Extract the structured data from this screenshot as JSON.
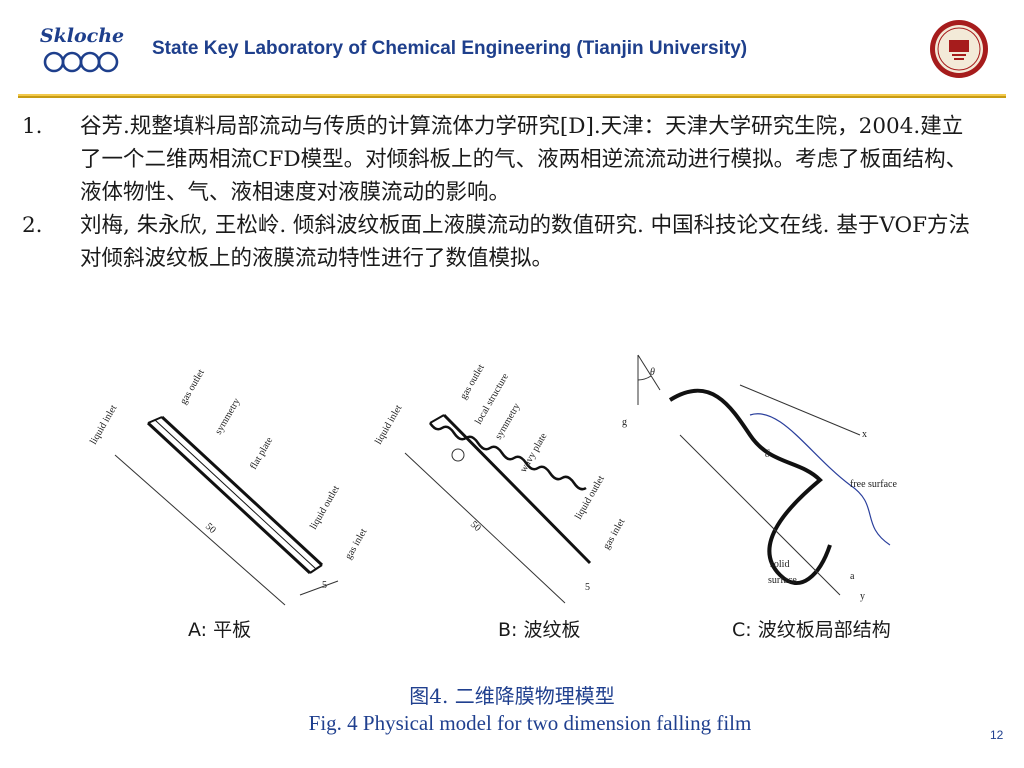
{
  "header": {
    "logo_text": "Skloche",
    "title": "State Key Laboratory of Chemical Engineering (Tianjin University)",
    "university_emblem": "tianjin-university-emblem-icon"
  },
  "references": [
    {
      "num": "1.",
      "text": "谷芳.规整填料局部流动与传质的计算流体力学研究[D].天津：天津大学研究生院，2004.建立了一个二维两相流CFD模型。对倾斜板上的气、液两相逆流流动进行模拟。考虑了板面结构、液体物性、气、液相速度对液膜流动的影响。"
    },
    {
      "num": "2.",
      "text": "刘梅, 朱永欣, 王松岭. 倾斜波纹板面上液膜流动的数值研究. 中国科技论文在线. 基于VOF方法对倾斜波纹板上的液膜流动特性进行了数值模拟。"
    }
  ],
  "figure": {
    "panels": [
      {
        "label": "A:  平板",
        "annotations": [
          "gas outlet",
          "symmetry",
          "liquid inlet",
          "flat plate",
          "liquid outlet",
          "gas inlet",
          "50",
          "5"
        ]
      },
      {
        "label": "B:  波纹板",
        "annotations": [
          "gas outlet",
          "local structure",
          "symmetry",
          "wavy plate",
          "liquid inlet",
          "liquid outlet",
          "gas inlet",
          "50",
          "5"
        ]
      },
      {
        "label": "C:  波纹板局部结构",
        "annotations": [
          "θ",
          "g",
          "x",
          "δ",
          "free surface",
          "solid",
          "surface",
          "a",
          "y"
        ]
      }
    ],
    "caption_cn": "图4. 二维降膜物理模型",
    "caption_en": "Fig. 4 Physical model for two dimension falling film"
  },
  "page_number": "12"
}
